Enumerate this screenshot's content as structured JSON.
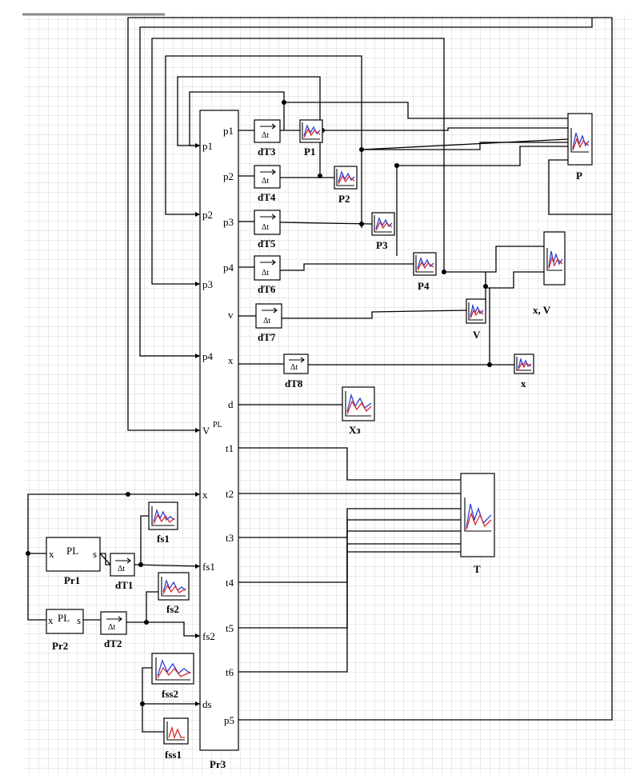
{
  "blocks": {
    "Pr1": {
      "label": "Pr1",
      "inner": "PL",
      "in": "x",
      "out": "s"
    },
    "Pr2": {
      "label": "Pr2",
      "inner": "PL",
      "in": "x",
      "out": "s"
    },
    "Pr3": {
      "label": "Pr3",
      "tag": "PL",
      "inputs": [
        "p1",
        "p2",
        "p3",
        "p4",
        "V",
        "x",
        "fs1",
        "fs2",
        "ds"
      ],
      "outputs": [
        "p1",
        "p2",
        "p3",
        "p4",
        "v",
        "x",
        "d",
        "t1",
        "t2",
        "t3",
        "t4",
        "t5",
        "t6",
        "p5"
      ]
    },
    "delays": [
      "dT1",
      "dT2",
      "dT3",
      "dT4",
      "dT5",
      "dT6",
      "dT7",
      "dT8"
    ],
    "delay_symbol": "Δt",
    "scopes": [
      "fs1",
      "fs2",
      "fss2",
      "fss1",
      "P1",
      "P2",
      "P3",
      "P4",
      "V",
      "x",
      "Xз",
      "P",
      "x, V",
      "T"
    ]
  }
}
